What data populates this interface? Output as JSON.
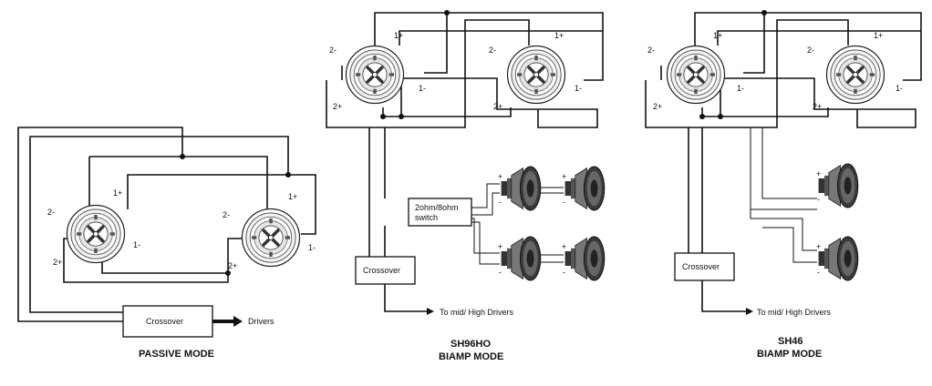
{
  "panels": {
    "passive": {
      "caption": "PASSIVE MODE",
      "crossover_label": "Crossover",
      "drivers_label": "Drivers",
      "terminals": {
        "a": "1+",
        "b": "1-",
        "c": "2-",
        "d": "2+"
      }
    },
    "sh96ho": {
      "caption_line1": "SH96HO",
      "caption_line2": "BIAMP MODE",
      "crossover_label": "Crossover",
      "switch_line1": "2ohm/8ohm",
      "switch_line2": "switch",
      "output_label": "To mid/ High Drivers",
      "terminals": {
        "a": "1+",
        "b": "1-",
        "c": "2-",
        "d": "2+"
      },
      "woofer_plus": "+",
      "woofer_minus": "-"
    },
    "sh46": {
      "caption_line1": "SH46",
      "caption_line2": "BIAMP MODE",
      "crossover_label": "Crossover",
      "output_label": "To mid/ High Drivers",
      "terminals": {
        "a": "1+",
        "b": "1-",
        "c": "2-",
        "d": "2+"
      },
      "woofer_plus": "+",
      "woofer_minus": "-"
    }
  }
}
